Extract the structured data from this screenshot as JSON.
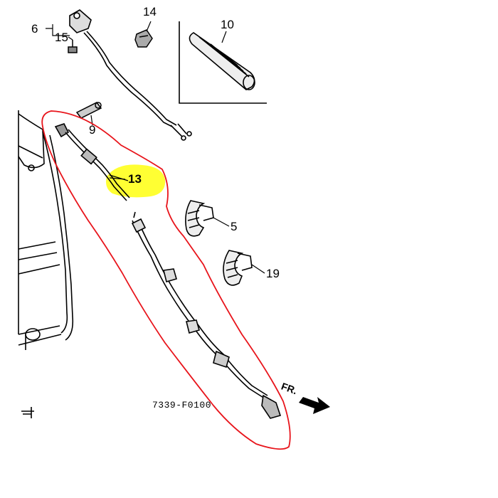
{
  "diagram": {
    "drawing_code": "7339-F0100",
    "front_label": "FR.",
    "colors": {
      "line_art": "#000000",
      "highlight": "#ffff33",
      "circle_mark": "#e8141b",
      "background": "#ffffff"
    },
    "callouts": [
      {
        "id": "6",
        "label": "6"
      },
      {
        "id": "15",
        "label": "15"
      },
      {
        "id": "14",
        "label": "14"
      },
      {
        "id": "10",
        "label": "10"
      },
      {
        "id": "9",
        "label": "9"
      },
      {
        "id": "13",
        "label": "13",
        "highlighted": true
      },
      {
        "id": "5",
        "label": "5"
      },
      {
        "id": "19",
        "label": "19"
      }
    ]
  }
}
